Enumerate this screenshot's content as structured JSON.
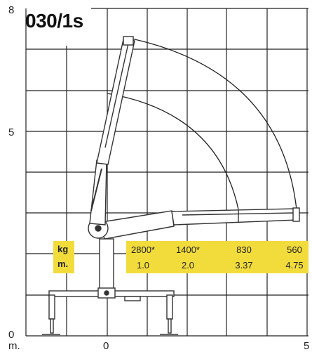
{
  "title": "030/1s",
  "axis": {
    "y_labels": [
      "8",
      "5",
      "0"
    ],
    "x_labels": [
      "m.",
      "0",
      "5"
    ]
  },
  "units": {
    "load": "kg",
    "radius": "m."
  },
  "load_chart": {
    "loads": [
      "2800*",
      "1400*",
      "830",
      "560"
    ],
    "radii": [
      "1.0",
      "2.0",
      "3.37",
      "4.75"
    ]
  },
  "colors": {
    "highlight": "#f2dc3c",
    "grid": "#222222",
    "boom": "#333333"
  }
}
